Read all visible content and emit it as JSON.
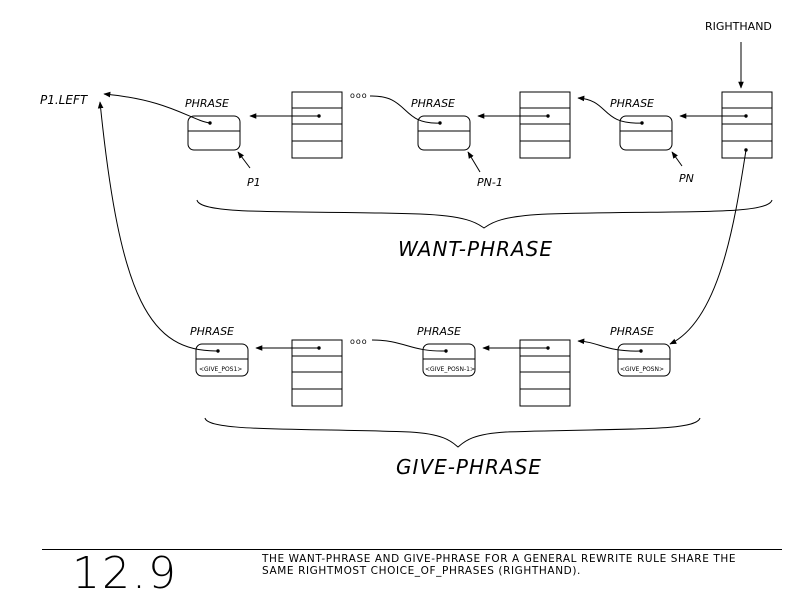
{
  "labels": {
    "righthand": "RIGHTHAND",
    "p1_left": "P1.LEFT",
    "phrase": "PHRASE",
    "p1": "P1",
    "pn_1": "PN-1",
    "pn": "PN",
    "want_phrase": "WANT-PHRASE",
    "give_phrase": "GIVE-PHRASE",
    "give_pos_1": "<GIVE_POS1>",
    "give_pos_n_1": "<GIVE_POSN-1>",
    "give_pos_n": "<GIVE_POSN>",
    "ellipsis": "ooo"
  },
  "caption": {
    "figure_number": "12.9",
    "text": "THE WANT-PHRASE AND GIVE-PHRASE FOR A GENERAL REWRITE RULE SHARE THE SAME RIGHTMOST CHOICE_OF_PHRASES (RIGHTHAND)."
  }
}
